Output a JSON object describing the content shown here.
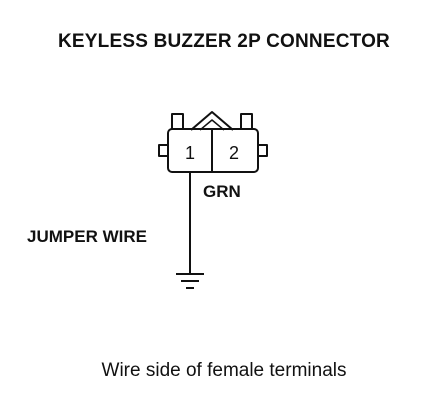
{
  "title": "KEYLESS BUZZER 2P CONNECTOR",
  "connector": {
    "pins": [
      "1",
      "2"
    ]
  },
  "wire_color_label": "GRN",
  "jumper_label": "JUMPER WIRE",
  "caption": "Wire side of female terminals",
  "colors": {
    "line": "#111111",
    "background": "#ffffff"
  }
}
